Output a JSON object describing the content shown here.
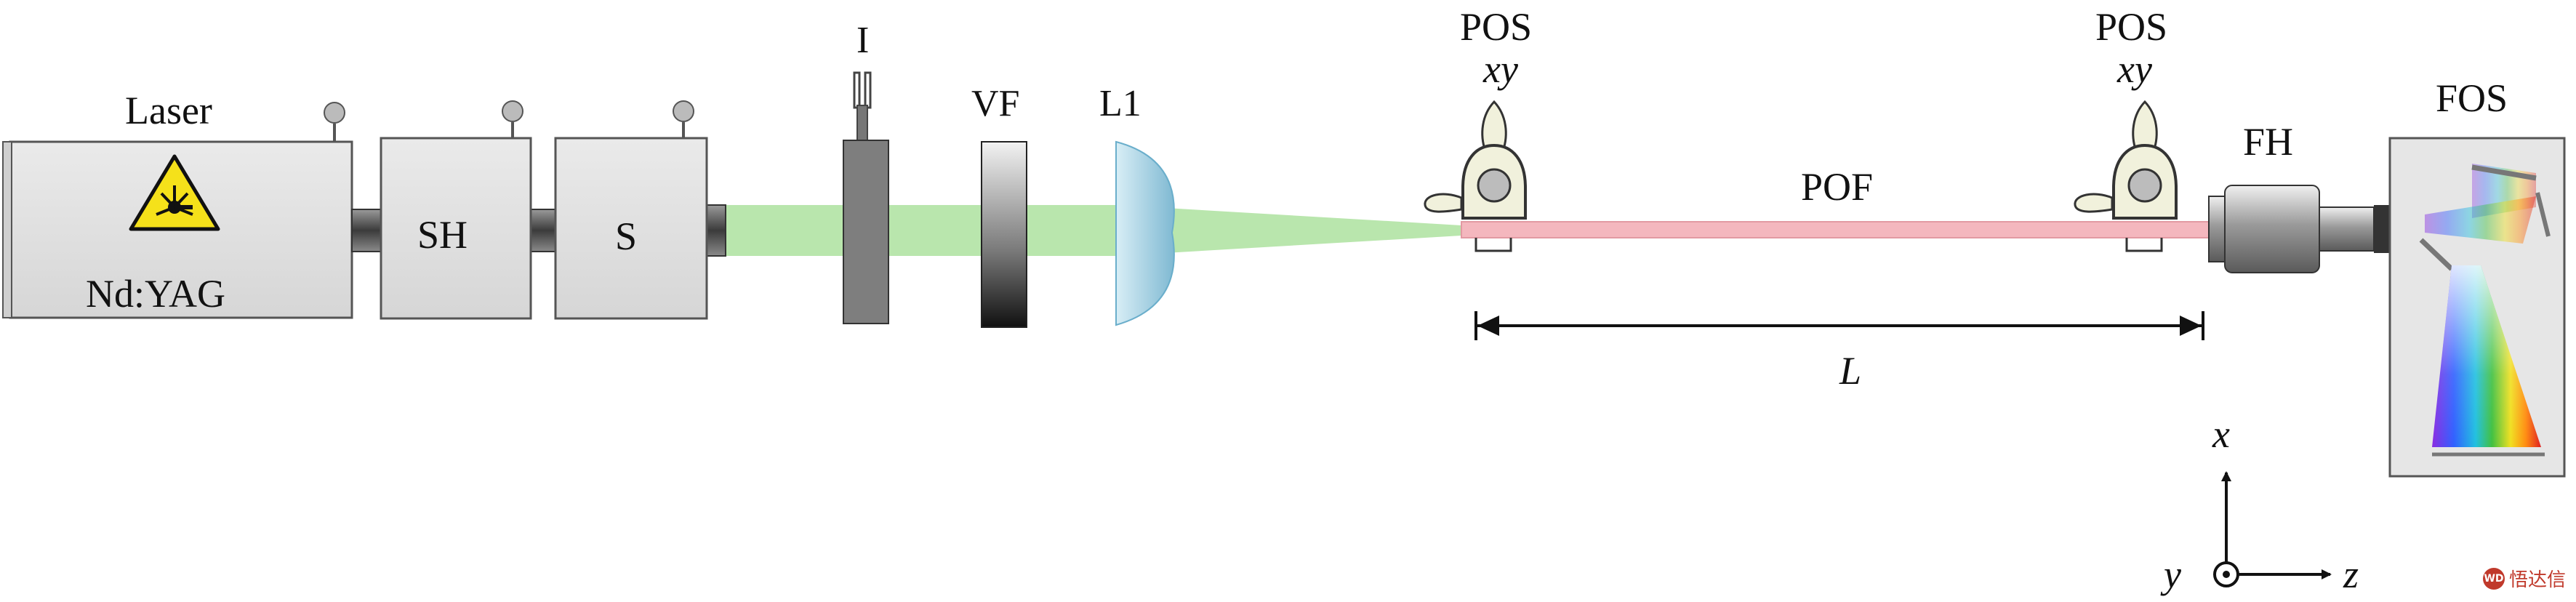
{
  "labels": {
    "laser": "Laser",
    "laser_medium": "Nd:YAG",
    "shutter": "SH",
    "s": "S",
    "iris": "I",
    "vf": "VF",
    "lens": "L1",
    "pos_left": "POS",
    "pos_left_sub": "xy",
    "pos_right": "POS",
    "pos_right_sub": "xy",
    "fiber": "POF",
    "fiber_holder": "FH",
    "spectrometer": "FOS",
    "length": "L",
    "axis_x": "x",
    "axis_y": "y",
    "axis_z": "z"
  },
  "colors": {
    "green_beam": "#b9e6ad",
    "fiber_pink": "#f4b7be",
    "box_fill": "#e1e1e1",
    "box_stroke": "#555555",
    "lens_blue": "#9fcde0"
  },
  "watermark": "悟达信"
}
